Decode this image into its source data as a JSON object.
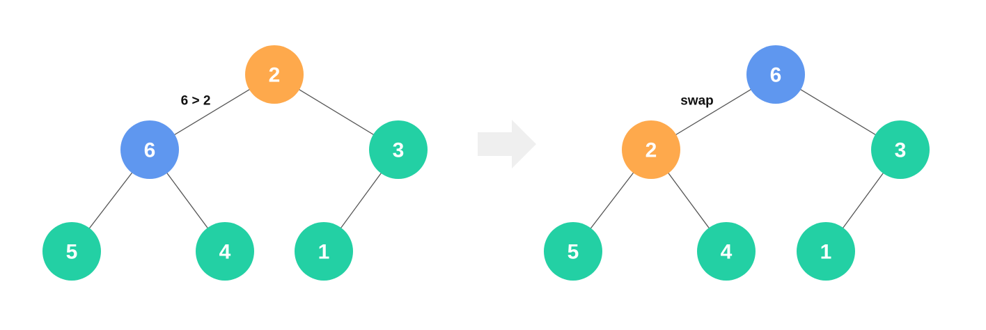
{
  "colors": {
    "root_node": "#fea94c",
    "compared_node": "#5f97ef",
    "leaf_node": "#23d0a4",
    "edge": "#555555",
    "arrow": "#efefef"
  },
  "arrow_icon": "right-arrow-icon",
  "trees": [
    {
      "note": "6 > 2",
      "nodes": [
        {
          "id": "root",
          "label": "2",
          "role": "root_node"
        },
        {
          "id": "left",
          "label": "6",
          "role": "compared_node"
        },
        {
          "id": "right",
          "label": "3",
          "role": "leaf_node"
        },
        {
          "id": "left-left",
          "label": "5",
          "role": "leaf_node"
        },
        {
          "id": "left-right",
          "label": "4",
          "role": "leaf_node"
        },
        {
          "id": "right-left",
          "label": "1",
          "role": "leaf_node"
        }
      ]
    },
    {
      "note": "swap",
      "nodes": [
        {
          "id": "root",
          "label": "6",
          "role": "compared_node"
        },
        {
          "id": "left",
          "label": "2",
          "role": "root_node"
        },
        {
          "id": "right",
          "label": "3",
          "role": "leaf_node"
        },
        {
          "id": "left-left",
          "label": "5",
          "role": "leaf_node"
        },
        {
          "id": "left-right",
          "label": "4",
          "role": "leaf_node"
        },
        {
          "id": "right-left",
          "label": "1",
          "role": "leaf_node"
        }
      ]
    }
  ]
}
